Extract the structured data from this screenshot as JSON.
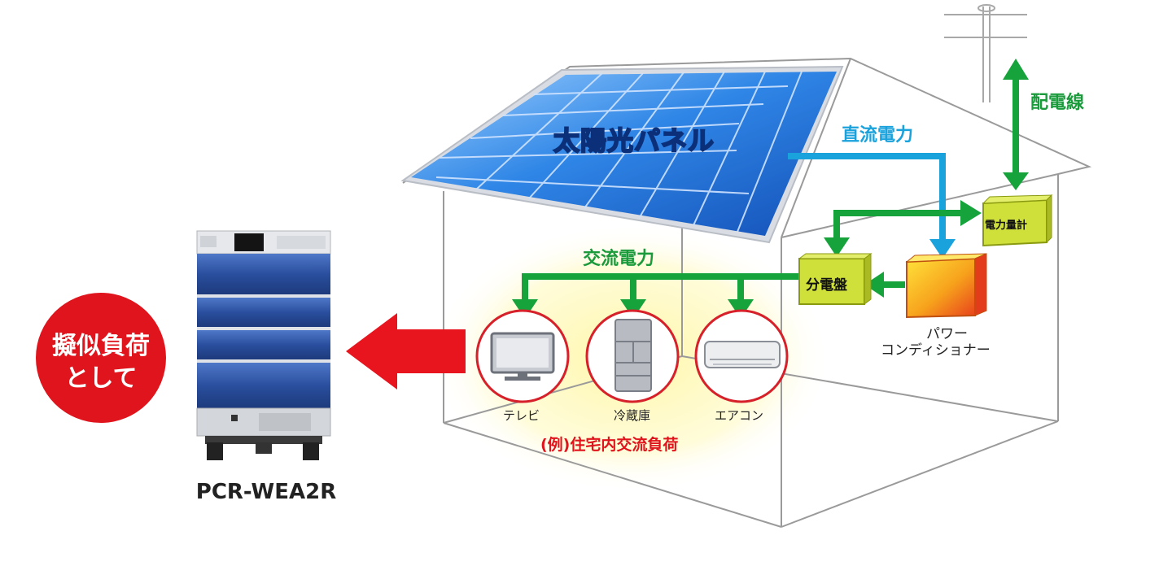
{
  "labels": {
    "solar_panel": "太陽光パネル",
    "dc_power": "直流電力",
    "ac_power": "交流電力",
    "distribution_line": "配電線",
    "meter": "電力量計",
    "distribution_board": "分電盤",
    "power_conditioner_1": "パワー",
    "power_conditioner_2": "コンディショナー",
    "tv": "テレビ",
    "fridge": "冷蔵庫",
    "aircon": "エアコン",
    "example_load": "(例)住宅内交流負荷",
    "pseudo_load_1": "擬似負荷",
    "pseudo_load_2": "として",
    "product_name": "PCR-WEA2R"
  },
  "colors": {
    "ac_green": "#16a33c",
    "dc_blue": "#1aa2dc",
    "arrow_red": "#e8141e",
    "panel_blue": "#1c6fd6",
    "meter_yellow": "#cfe03a",
    "product_blue": "#2d55a8"
  },
  "icons": [
    "tv-icon",
    "refrigerator-icon",
    "air-conditioner-icon",
    "utility-pole-icon"
  ]
}
